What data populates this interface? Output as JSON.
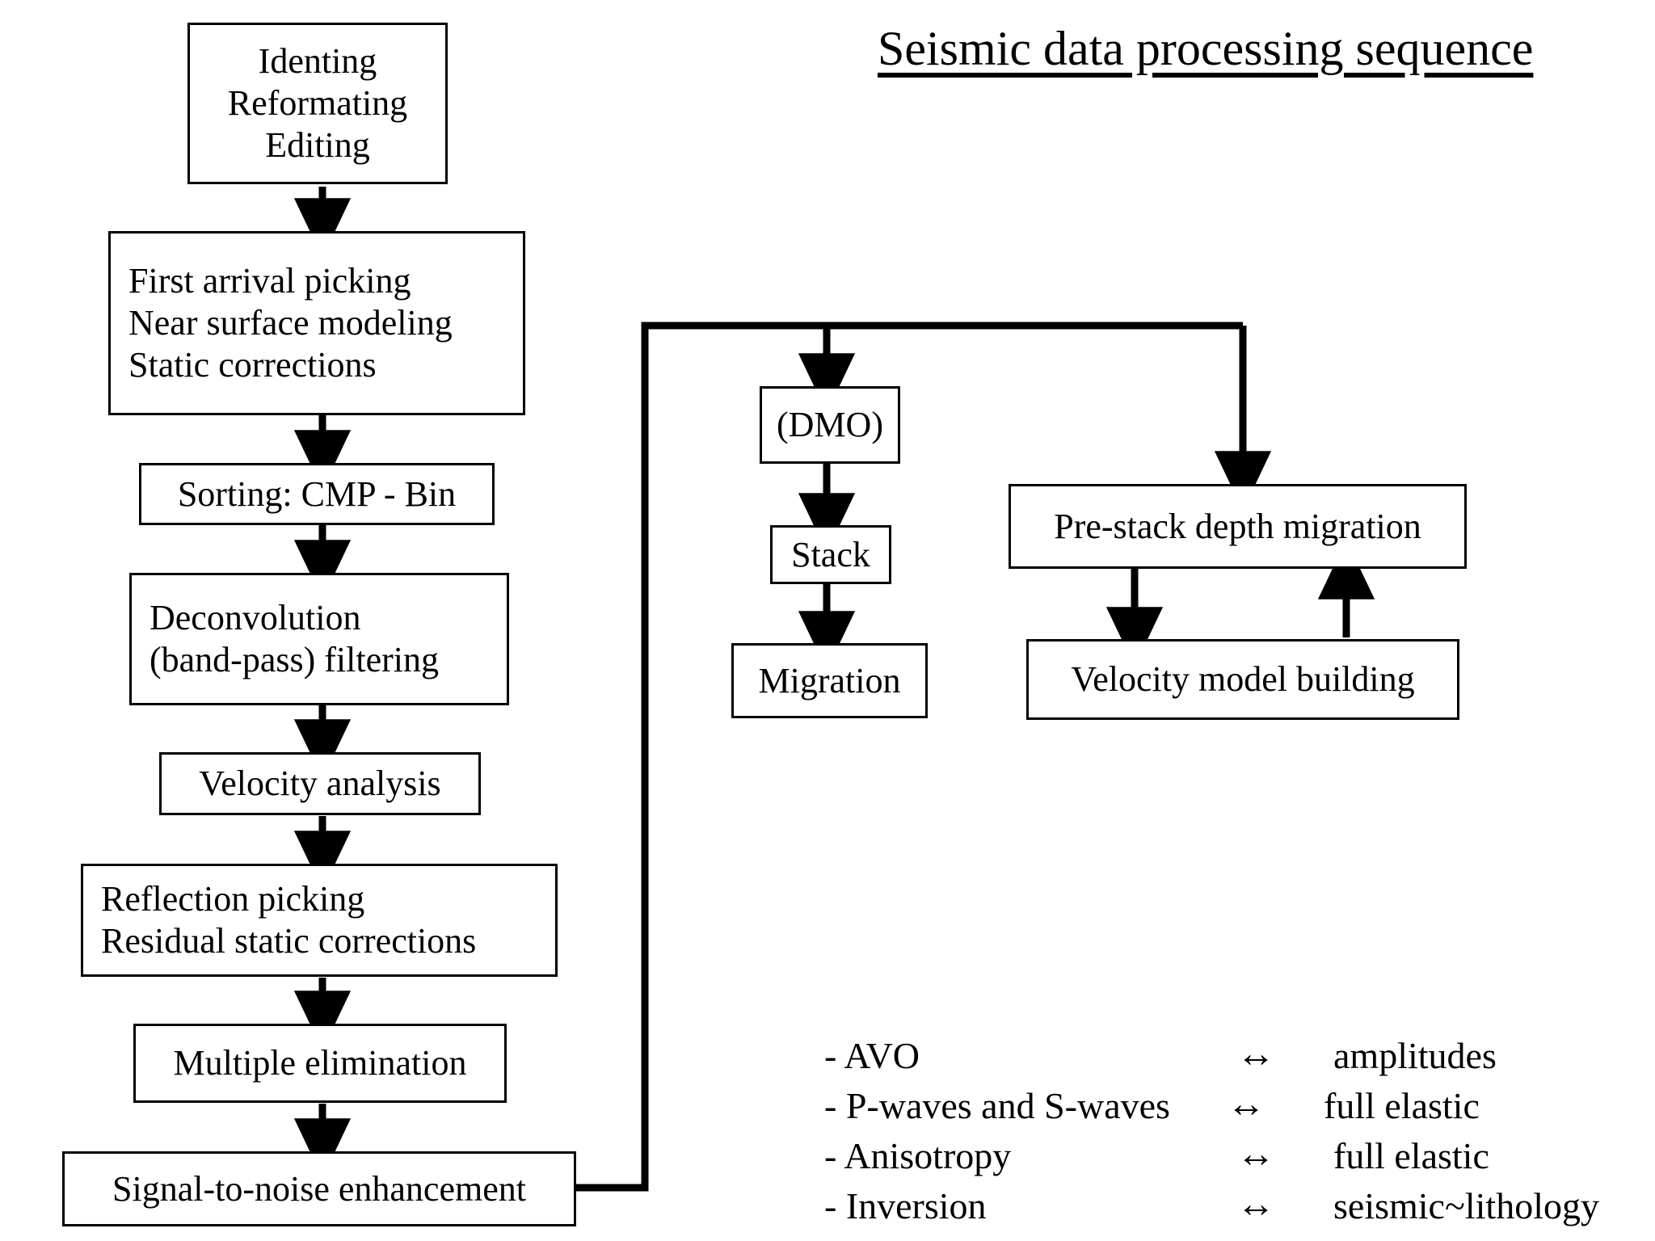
{
  "title": "Seismic data processing sequence",
  "flow": {
    "left_column": [
      {
        "id": "ident",
        "lines": [
          "Identing",
          "Reformating",
          "Editing"
        ]
      },
      {
        "id": "first-arrival",
        "lines": [
          "First arrival picking",
          "Near surface modeling",
          "Static corrections"
        ]
      },
      {
        "id": "sorting",
        "lines": [
          "Sorting: CMP - Bin"
        ]
      },
      {
        "id": "deconvolution",
        "lines": [
          "Deconvolution",
          "(band-pass) filtering"
        ]
      },
      {
        "id": "velocity-analysis",
        "lines": [
          "Velocity analysis"
        ]
      },
      {
        "id": "reflection-picking",
        "lines": [
          "Reflection picking",
          "Residual static corrections"
        ]
      },
      {
        "id": "multiple-elimination",
        "lines": [
          "Multiple elimination"
        ]
      },
      {
        "id": "signal-to-noise",
        "lines": [
          "Signal-to-noise enhancement"
        ]
      }
    ],
    "middle_column": [
      {
        "id": "dmo",
        "lines": [
          "(DMO)"
        ]
      },
      {
        "id": "stack",
        "lines": [
          "Stack"
        ]
      },
      {
        "id": "migration",
        "lines": [
          "Migration"
        ]
      }
    ],
    "right_column": [
      {
        "id": "prestack-depth-migration",
        "lines": [
          "Pre-stack depth migration"
        ]
      },
      {
        "id": "velocity-model-building",
        "lines": [
          "Velocity model building"
        ]
      }
    ]
  },
  "legend": {
    "rows": [
      {
        "left": "- AVO",
        "arrow": "↔",
        "right": "amplitudes"
      },
      {
        "left": "- P-waves and S-waves",
        "arrow": "↔",
        "right": "full elastic"
      },
      {
        "left": "- Anisotropy",
        "arrow": "↔",
        "right": "full elastic"
      },
      {
        "left": "- Inversion",
        "arrow": "↔",
        "right": "seismic~lithology"
      }
    ]
  },
  "colors": {
    "ink": "#000000",
    "paper": "#ffffff"
  }
}
